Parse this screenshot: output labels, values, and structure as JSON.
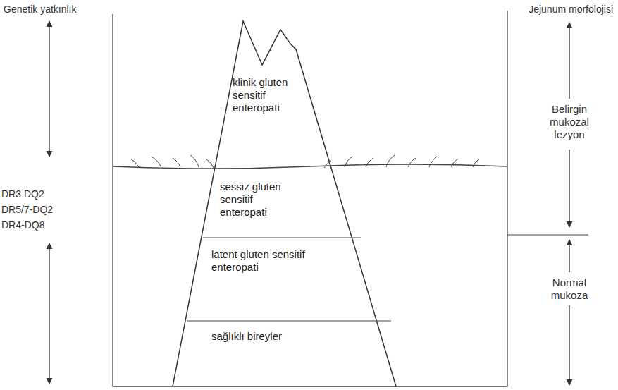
{
  "diagram": {
    "nodes": [
      {
        "text": [
          "klinik gluten sensitif enteropati"
        ]
      },
      {
        "text": [
          "sessiz gluten sensitif enteropati"
        ]
      },
      {
        "text": [
          "latent gluten sensitif enteropati"
        ]
      },
      {
        "text": [
          "sağlıklı bireyler"
        ]
      }
    ],
    "labels": [
      "Genetik yatkınlık",
      "Jejunum morfolojisi",
      "DR3 DQ2",
      "DR5/7-DQ2",
      "DR4-DQ8",
      "Belirgin mukozal lezyon",
      "Normal mukoza"
    ]
  }
}
